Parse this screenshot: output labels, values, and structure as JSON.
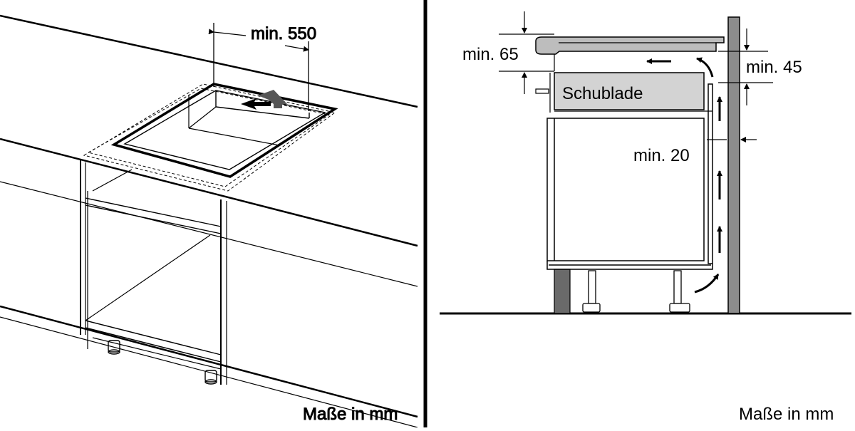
{
  "panel_left": {
    "label_min_width": "min. 550",
    "caption_units": "Maße in mm"
  },
  "panel_right": {
    "label_min_top": "min. 65",
    "label_min_right": "min. 45",
    "label_min_gap": "min. 20",
    "label_drawer": "Schublade",
    "caption_units": "Maße in mm"
  },
  "colors": {
    "line": "#000000",
    "drawer_fill": "#d3d3d3",
    "wall_fill": "#8c8c8c",
    "plinth_fill": "#6a6a6a",
    "worktop_fill": "#bdbdbd"
  }
}
